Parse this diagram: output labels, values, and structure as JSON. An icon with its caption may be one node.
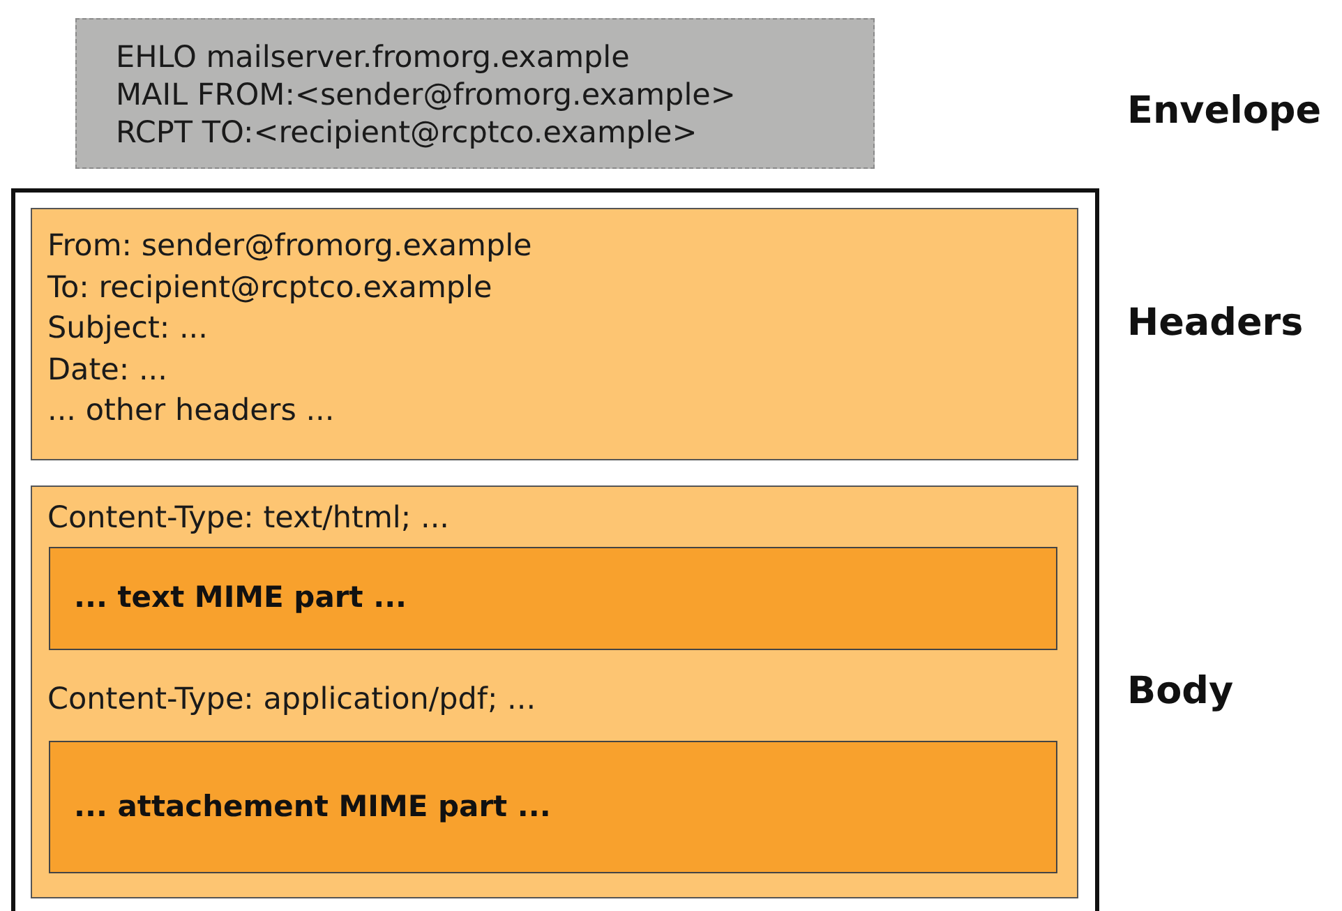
{
  "diagram": {
    "nodes": [
      {
        "text": [
          "EHLO mailserver.fromorg.example",
          "MAIL FROM:<sender@fromorg.example>",
          "RCPT TO:<recipient@rcptco.example>"
        ]
      },
      {
        "text": [],
        "shape": "box"
      },
      {
        "text": [
          "From: sender@fromorg.example",
          "To: recipient@rcptco.example",
          "Subject: ...",
          "Date: ...",
          "... other headers ..."
        ],
        "in": 1,
        "beside": [
          "Headers"
        ]
      },
      {
        "text": [
          "Content-Type: text/html; ...",
          "Content-Type: application/pdf; ..."
        ],
        "in": 1,
        "beside": [
          "Body"
        ]
      },
      {
        "text": [
          "... text MIME part ..."
        ],
        "in": 3
      },
      {
        "text": [
          "... attachement MIME part ..."
        ],
        "in": 3
      }
    ],
    "labels": [
      "Envelope"
    ]
  }
}
